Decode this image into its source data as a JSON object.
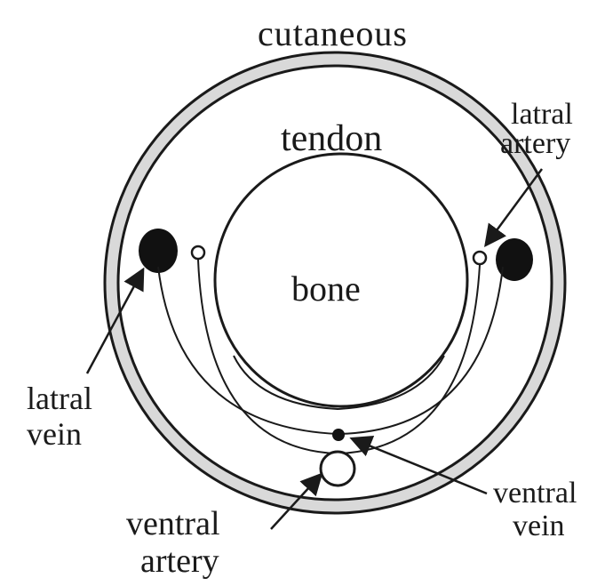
{
  "labels": {
    "cutaneous": "cutaneous",
    "tendon": "tendon",
    "bone": "bone",
    "lateral_artery": [
      "latral",
      "artery"
    ],
    "lateral_vein": [
      "latral",
      "vein"
    ],
    "ventral_vein": [
      "ventral",
      "vein"
    ],
    "ventral_artery": [
      "ventral",
      "artery"
    ]
  },
  "colors": {
    "stroke": "#1a1a1a",
    "ring_fill": "#d9d9d9",
    "vein_fill": "#111111",
    "background": "#ffffff"
  }
}
